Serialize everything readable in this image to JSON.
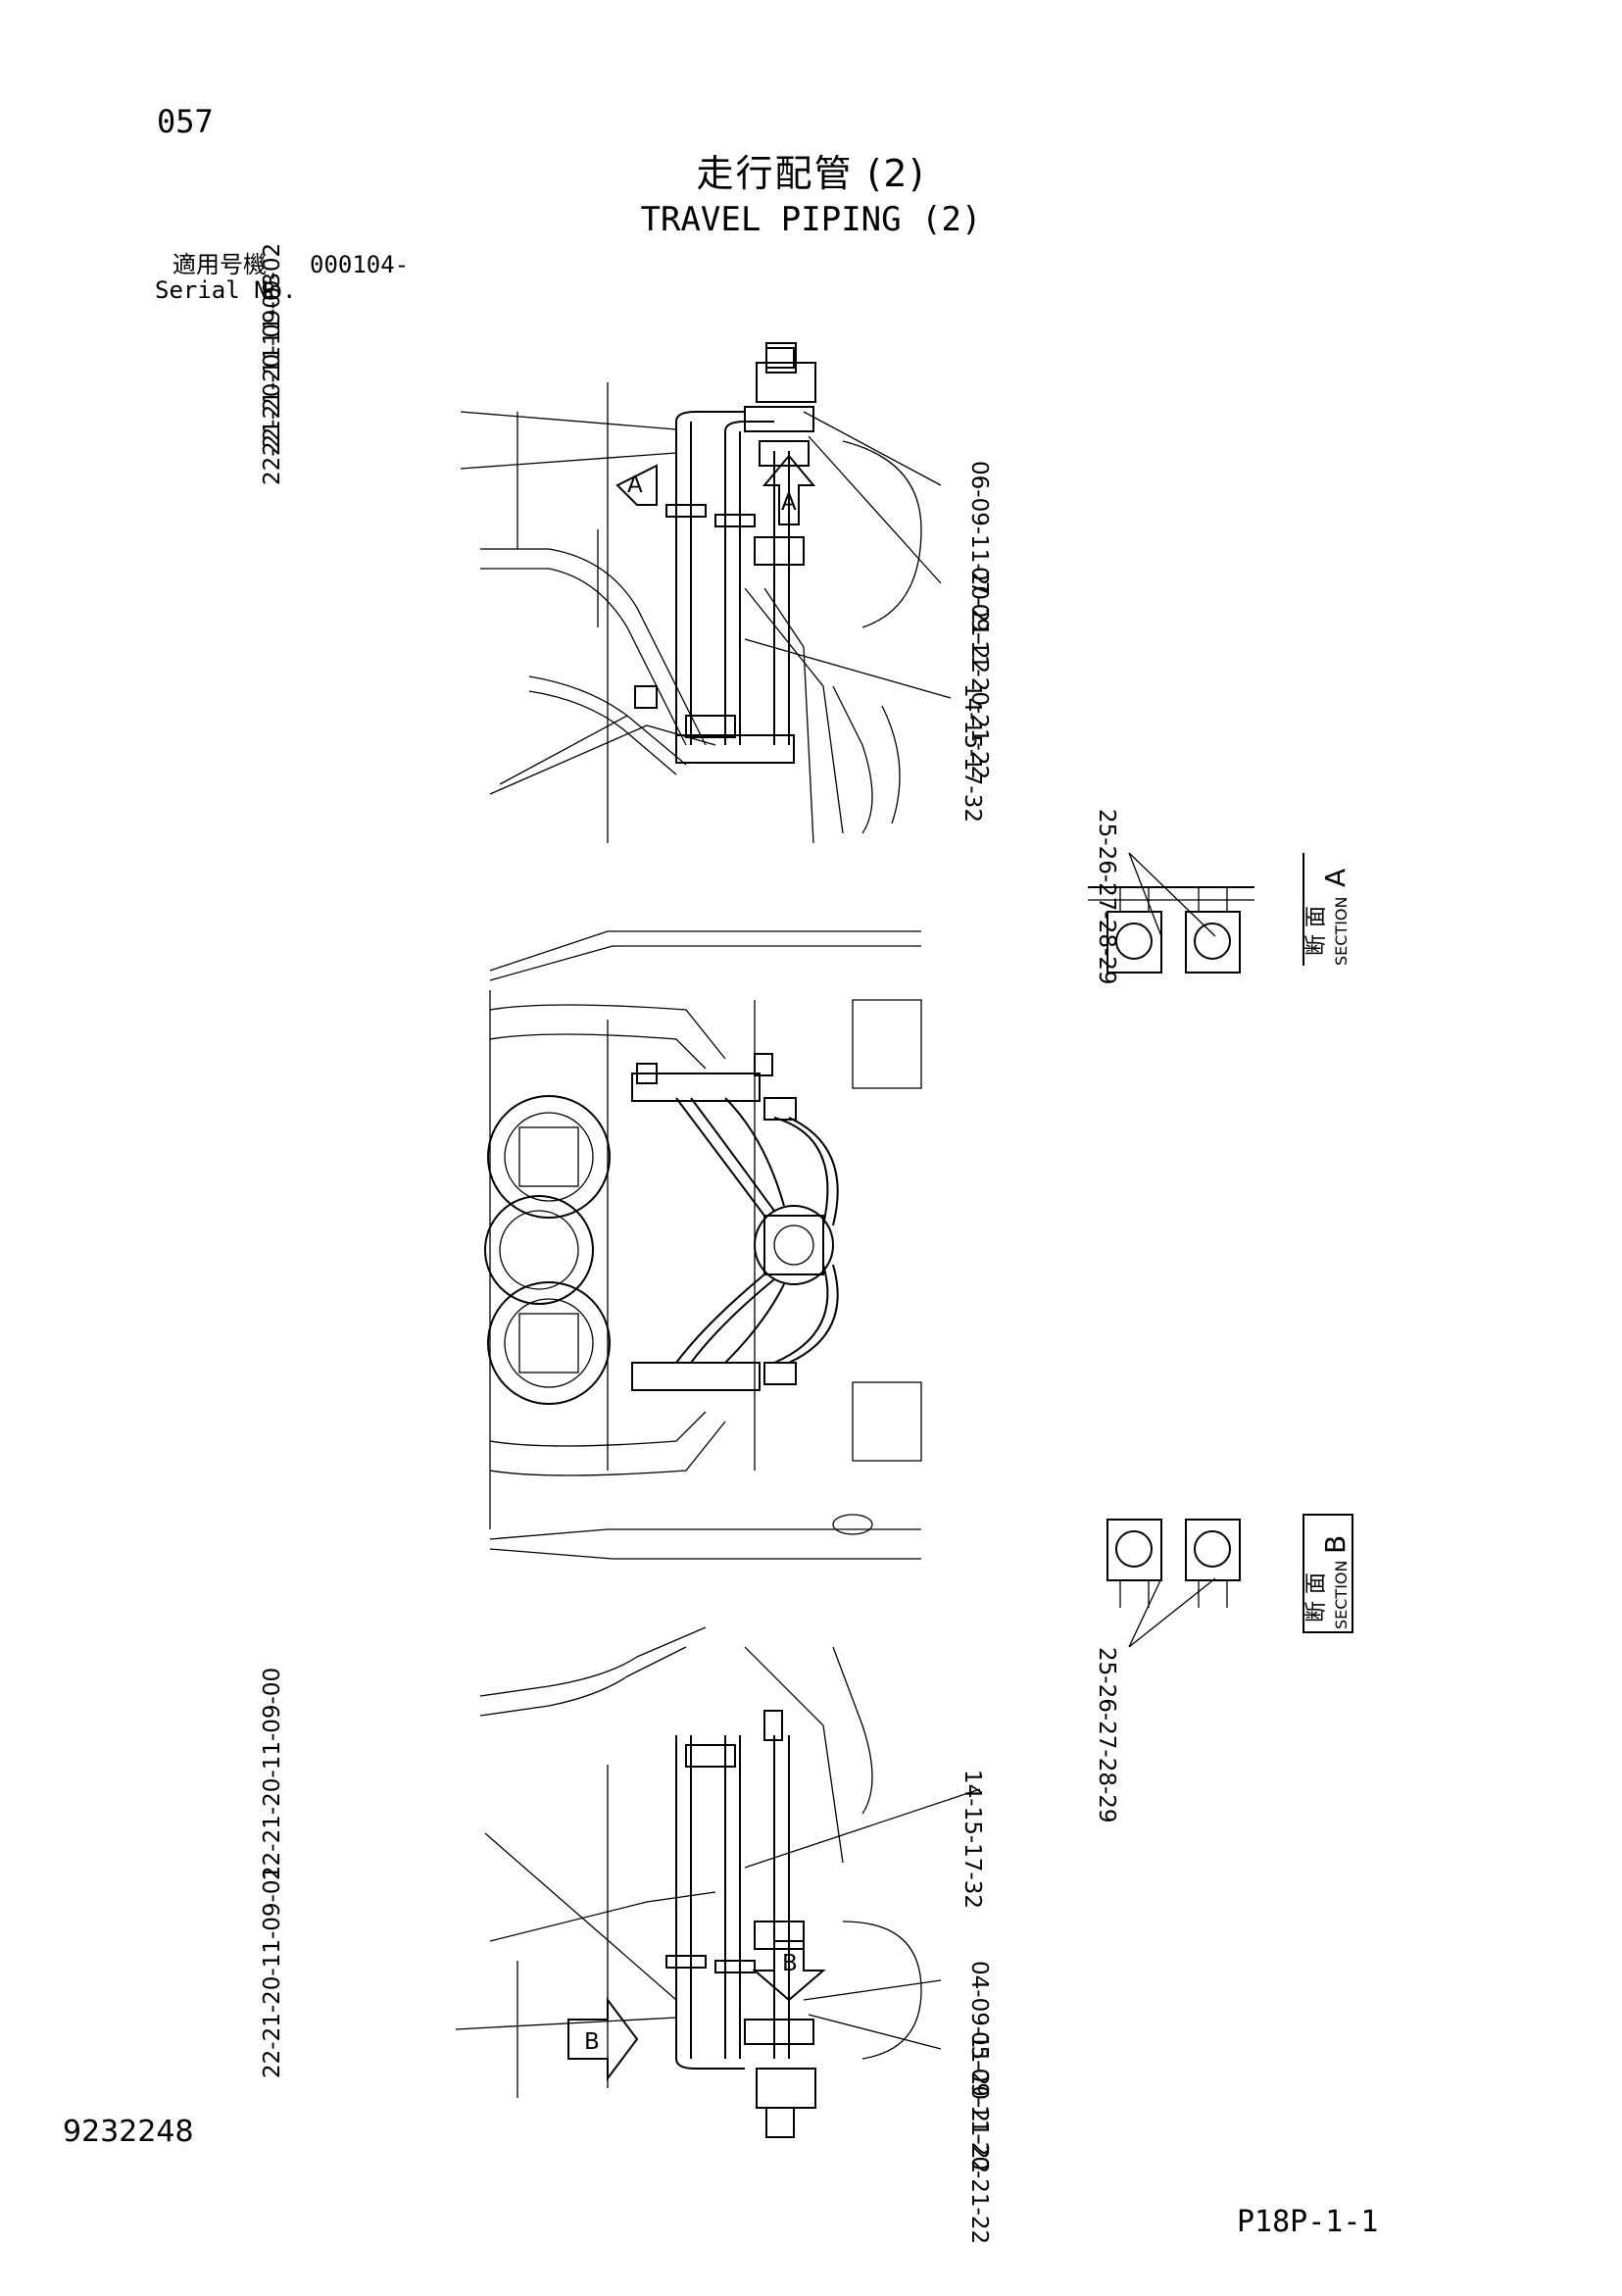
{
  "header": {
    "page_number": "057",
    "title_jp": "走行配管 (2)",
    "title_en": "TRAVEL PIPING (2)",
    "serial_label_jp": "適用号機",
    "serial_value": "000104-",
    "serial_label_en": "Serial No."
  },
  "callouts": {
    "top_left_1": "22-21-20-11-09-02",
    "top_left_2": "22-21-20-11-09-03",
    "top_right_1": "06-09-11-20-21-22",
    "top_right_2": "07-09-11-20-21-22",
    "top_mid": "14-15-17-32",
    "bottom_mid": "14-15-17-32",
    "bottom_left_1": "22-21-20-11-09-00",
    "bottom_left_2": "22-21-20-11-09-01",
    "bottom_right_1": "04-09-11-20-21-22",
    "bottom_right_2": "05-09-11-20-21-22",
    "section_a_parts": "25-26-27-28-29",
    "section_b_parts": "25-26-27-28-29"
  },
  "section_views": {
    "a": {
      "letter": "A",
      "label_jp": "断 面",
      "label_en": "SECTION"
    },
    "b": {
      "letter": "B",
      "label_jp": "断 面",
      "label_en": "SECTION"
    }
  },
  "view_markers": {
    "a_left": "A",
    "a_right": "A",
    "b_left": "B",
    "b_right": "B"
  },
  "footer": {
    "doc_number": "9232248",
    "page_ref": "P18P-1-1"
  }
}
